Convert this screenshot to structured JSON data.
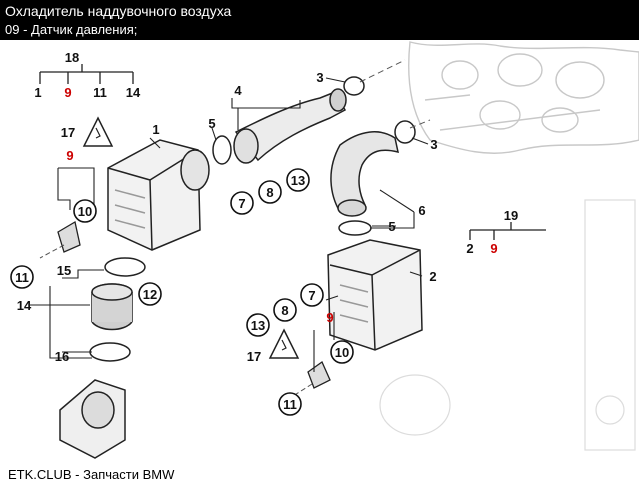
{
  "header": {
    "title": "Охладитель наддувочного воздуха",
    "subtitle": "09 - Датчик давления;"
  },
  "footer": {
    "text": "ETK.CLUB - Запчасти BMW"
  },
  "callouts": {
    "n1": "1",
    "n2": "2",
    "n3a": "3",
    "n3b": "3",
    "n4": "4",
    "n5a": "5",
    "n5b": "5",
    "n6": "6",
    "n7a": "7",
    "n7b": "7",
    "n8a": "8",
    "n8b": "8",
    "n10a": "10",
    "n10b": "10",
    "n11a": "11",
    "n11b": "11",
    "n12": "12",
    "n13a": "13",
    "n13b": "13",
    "n14": "14",
    "n15": "15",
    "n16": "16",
    "n17a": "17",
    "n17b": "17",
    "n18": "18",
    "n19": "19",
    "g18_1": "1",
    "g18_9": "9",
    "g18_11": "11",
    "g18_14": "14",
    "g19_2": "2",
    "g19_9": "9",
    "n9a": "9",
    "n9b": "9"
  },
  "colors": {
    "highlight": "#cc0000",
    "header_bg": "#000000"
  }
}
